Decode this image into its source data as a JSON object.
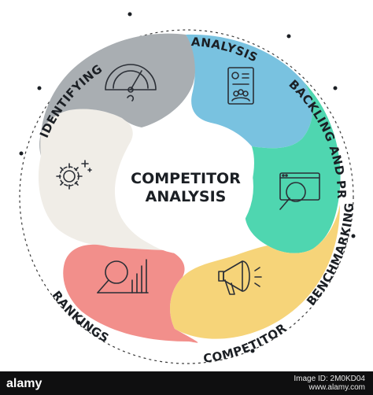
{
  "center": {
    "line1": "COMPETITOR",
    "line2": "ANALYSIS"
  },
  "labels": {
    "analysis": "ANALYSIS",
    "backling_and_pr": "BACKLING AND PR",
    "rankings": "RANKINGS",
    "competitor": "COMPETITOR",
    "benchmarking": "BENCHMARKING",
    "identifying": "IDENTIFYING"
  },
  "colors": {
    "identifying": "#a9aeb2",
    "analysis": "#79c2e0",
    "backling": "#4fd6b0",
    "rankings": "#f6d479",
    "competitor": "#f28f8b",
    "benchmarking": "#f0ede7"
  },
  "icons": {
    "identifying": "speedometer-icon",
    "analysis": "profile-document-icon",
    "backling": "browser-magnifier-icon",
    "rankings": "megaphone-icon",
    "competitor": "magnifier-bar-chart-icon",
    "benchmarking": "gear-sparkle-icon"
  },
  "footer": {
    "brand": "alamy",
    "image_id_line": "Image ID: 2M0KD04",
    "site": "www.alamy.com"
  }
}
